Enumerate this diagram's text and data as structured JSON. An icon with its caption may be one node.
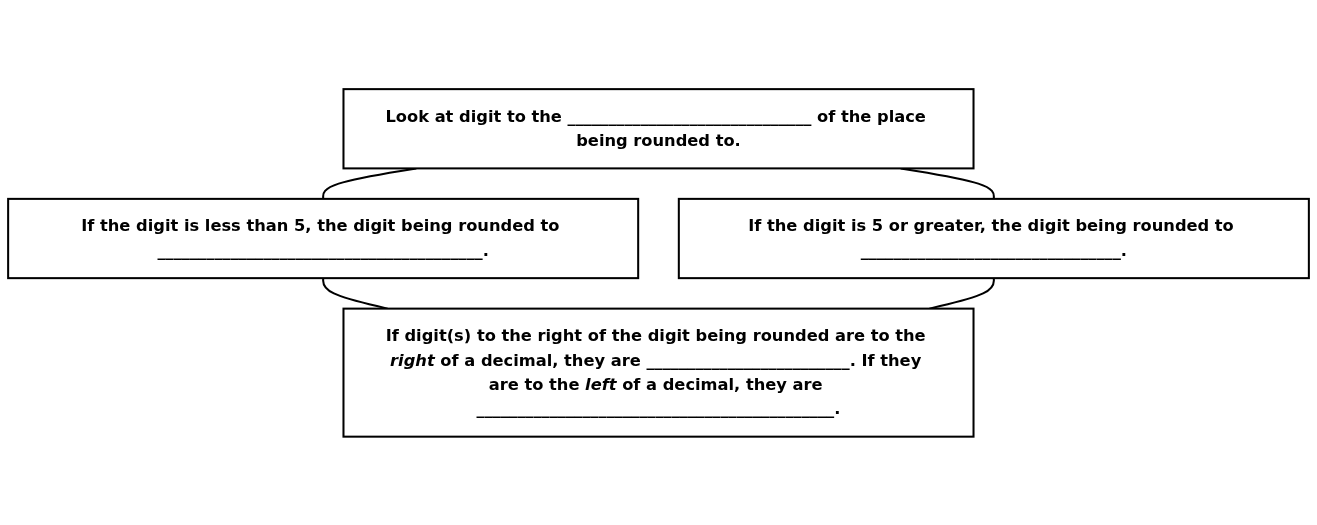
{
  "diagram": {
    "nodes": [
      {
        "text": [
          "Look at digit to the ______________________________ of the place being rounded to."
        ]
      },
      {
        "text": [
          "If the digit is less than 5, the digit being rounded to ________________________________________."
        ]
      },
      {
        "text": [
          "If the digit is 5 or greater, the digit being rounded to ________________________________."
        ]
      },
      {
        "text": [
          "If digit(s) to the right of the digit being rounded are to the *right* of a decimal, they are _________________________. If they are to the *left* of a decimal, they are ____________________________________________."
        ]
      }
    ],
    "edges": [
      {
        "from": 0,
        "to": 1,
        "arrow": "none"
      },
      {
        "from": 0,
        "to": 2,
        "arrow": "none"
      },
      {
        "from": 1,
        "to": 3,
        "arrow": "none"
      },
      {
        "from": 2,
        "to": 3,
        "arrow": "none"
      }
    ]
  }
}
